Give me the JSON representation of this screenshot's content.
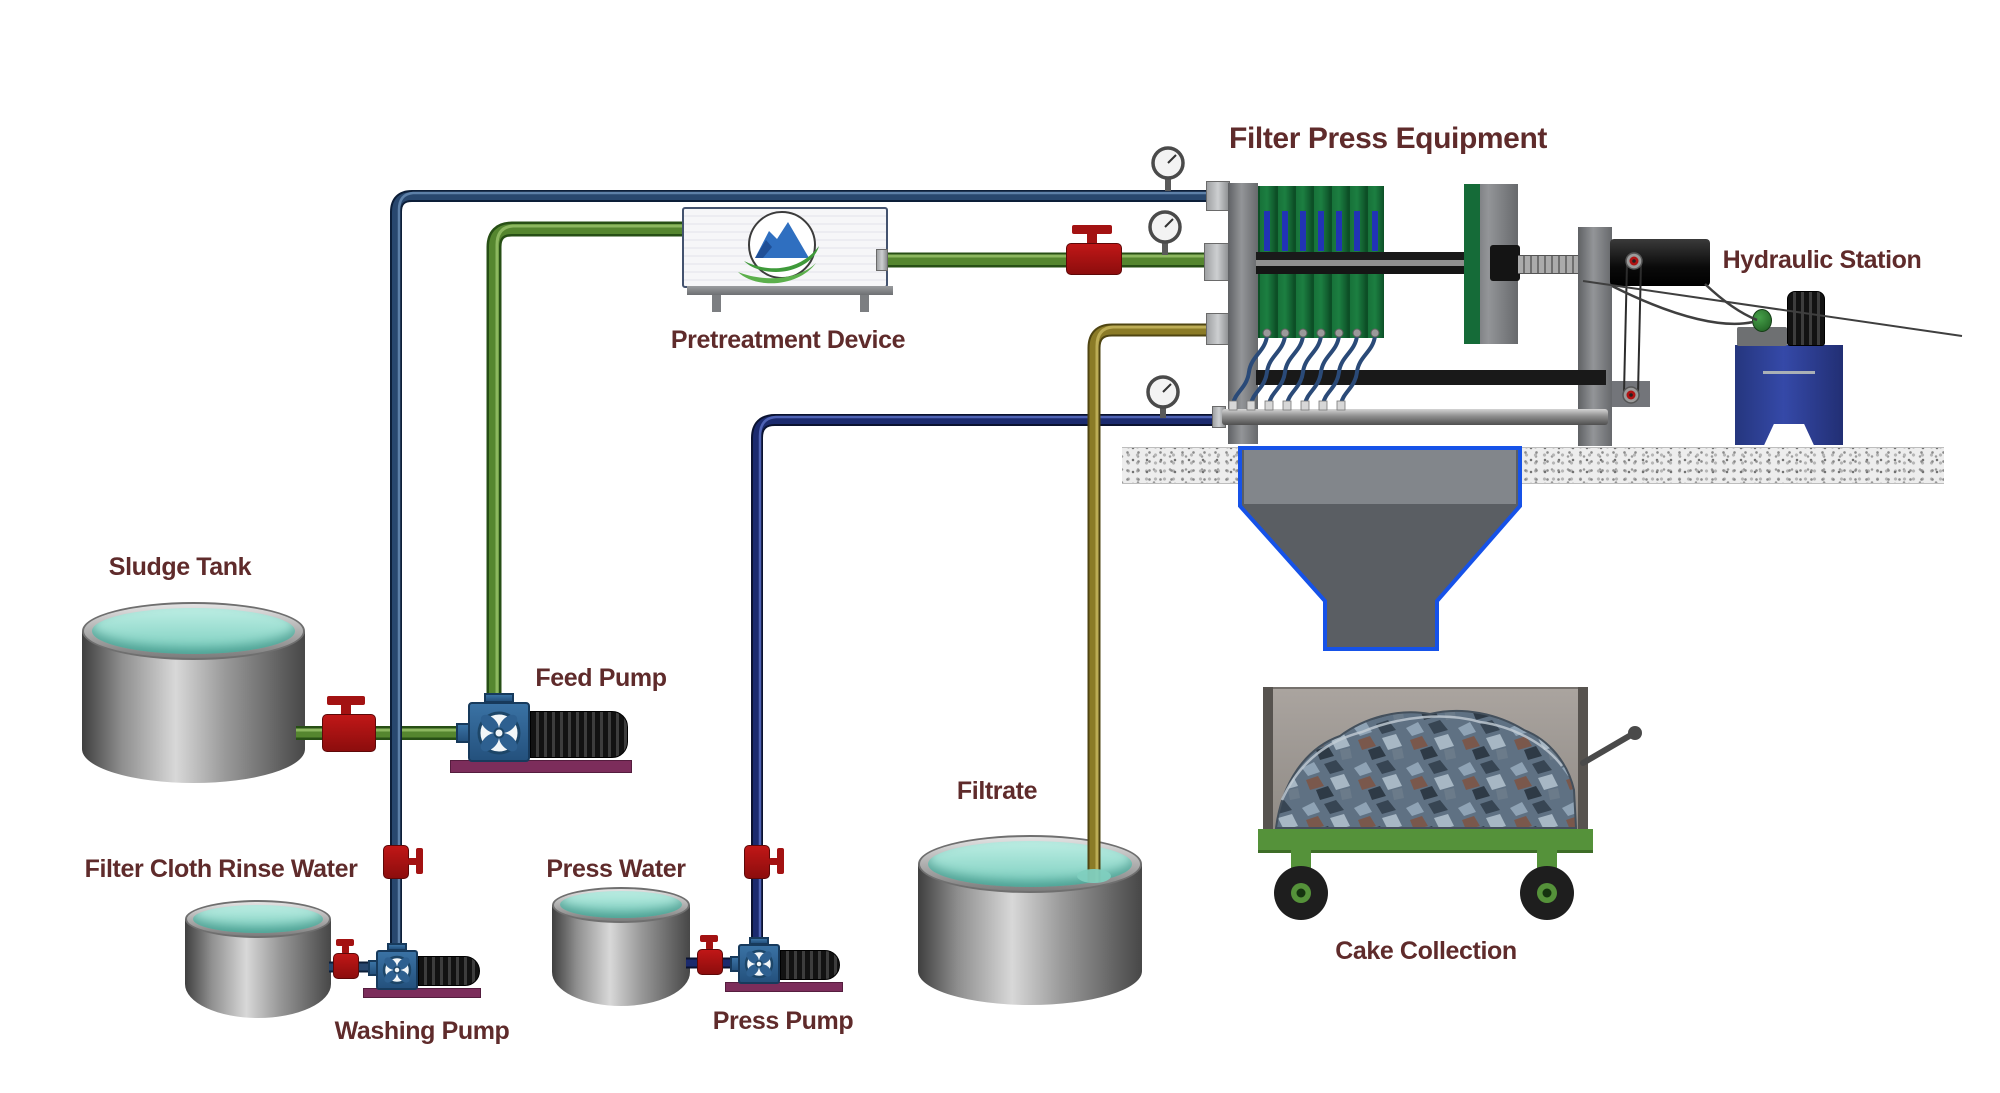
{
  "diagram": {
    "title": "Filter Press Equipment",
    "labels": {
      "hydraulic_station": "Hydraulic Station",
      "pretreatment_device": "Pretreatment Device",
      "sludge_tank": "Sludge Tank",
      "feed_pump": "Feed Pump",
      "filter_cloth_rinse_water": "Filter Cloth Rinse Water",
      "washing_pump": "Washing Pump",
      "press_water": "Press Water",
      "press_pump": "Press Pump",
      "filtrate": "Filtrate",
      "cake_collection": "Cake Collection"
    },
    "details": {
      "filter_plates_count": 7,
      "pressure_gauges_count": 3,
      "drip_tubes_count": 7,
      "cart_wheels_count": 2
    },
    "flows": [
      {
        "name": "sludge-feed-line",
        "color": "green",
        "from": "Sludge Tank",
        "via": [
          "Feed Pump",
          "Pretreatment Device"
        ],
        "to": "Filter Press Equipment"
      },
      {
        "name": "filter-cloth-rinse-line",
        "color": "dark-blue",
        "from": "Filter Cloth Rinse Water",
        "via": [
          "Washing Pump"
        ],
        "to": "Filter Press Equipment"
      },
      {
        "name": "press-water-line",
        "color": "navy",
        "from": "Press Water",
        "via": [
          "Press Pump"
        ],
        "to": "Filter Press Equipment"
      },
      {
        "name": "filtrate-line",
        "color": "olive",
        "from": "Filter Press Equipment",
        "to": "Filtrate"
      },
      {
        "name": "cake-discharge",
        "color": "gray",
        "from": "Filter Press Equipment",
        "to": "Cake Collection"
      }
    ],
    "colors": {
      "label_text": "#5f2b2b",
      "pipe_green": "#55862f",
      "pipe_dark_blue": "#28476e",
      "pipe_navy": "#1b2a6e",
      "pipe_olive": "#8b7b27",
      "valve_red": "#a31212",
      "pump_blue": "#2e6090",
      "pump_base_maroon": "#7c2d5b",
      "plate_green": "#177239",
      "plate_slot_blue": "#2133b5",
      "frame_gray": "#808285",
      "hydraulic_tank_blue": "#2c3f93",
      "cart_deck_green": "#55923a",
      "water_teal": "#8fd7c9",
      "hopper_outline_blue": "#1652e8"
    }
  }
}
